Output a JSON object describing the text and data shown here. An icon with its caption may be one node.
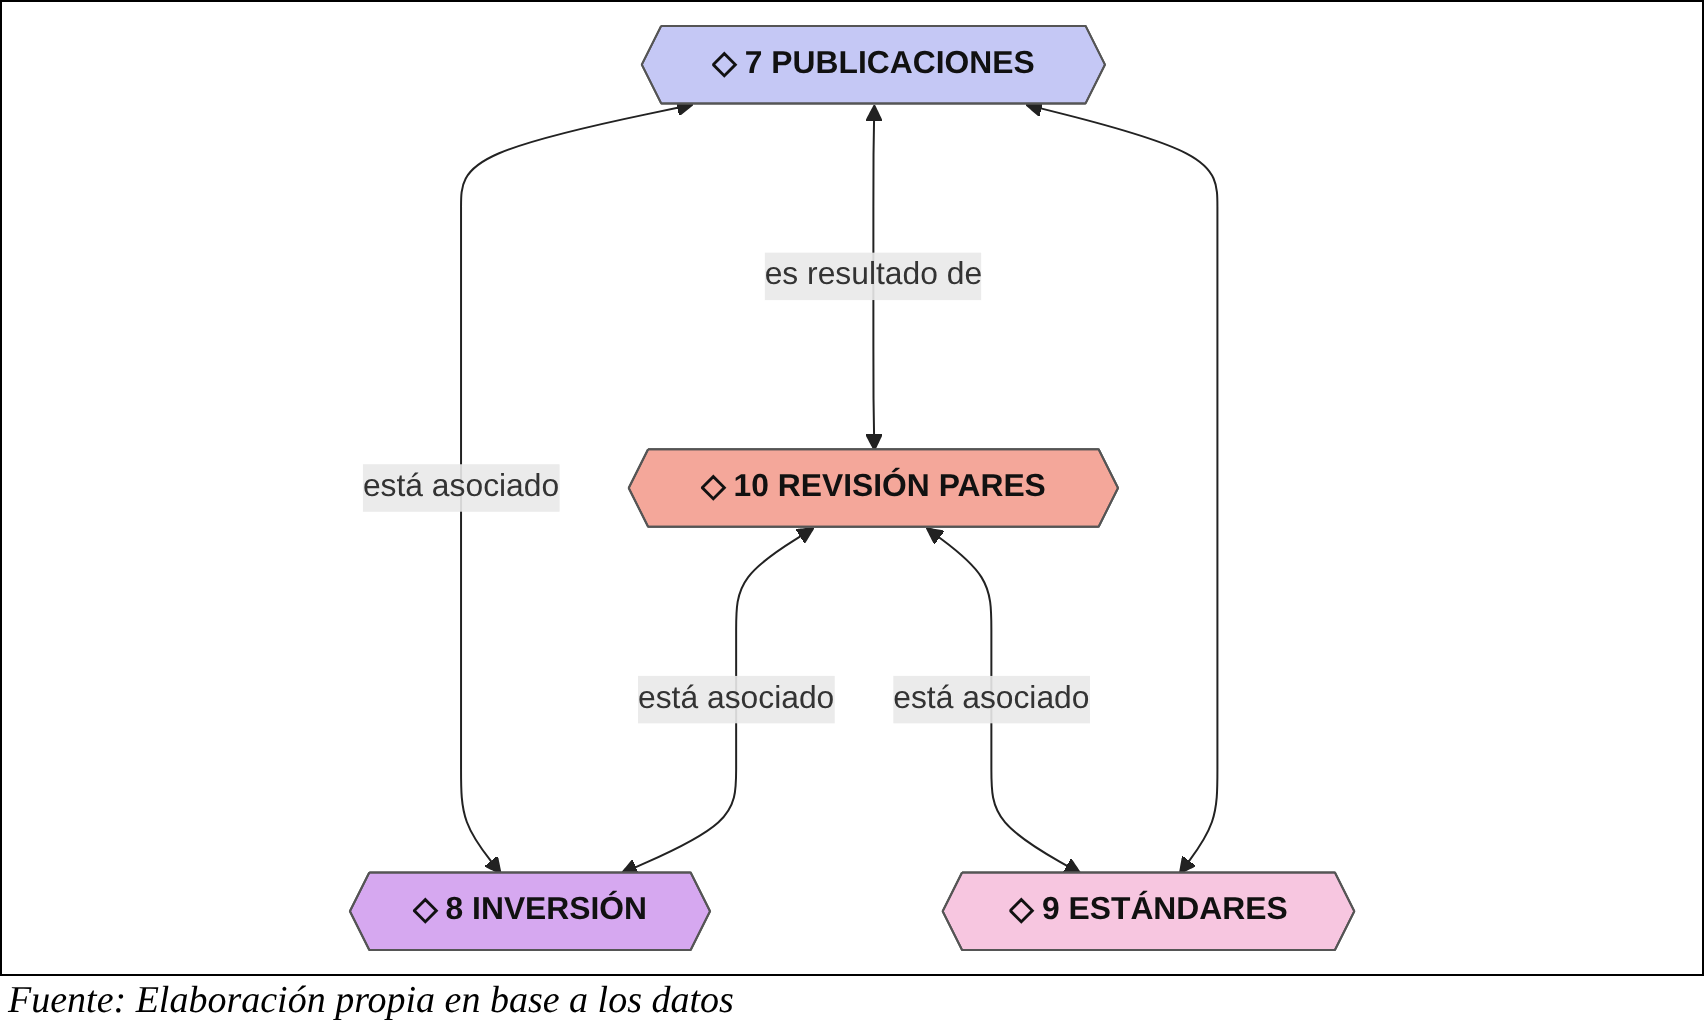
{
  "diagram": {
    "caption": "Fuente: Elaboración propia en base a los datos",
    "nodes": [
      {
        "text": [
          "◇ 7 PUBLICACIONES"
        ]
      },
      {
        "text": [
          "◇ 10 REVISIÓN PARES"
        ]
      },
      {
        "text": [
          "◇ 8 INVERSIÓN"
        ]
      },
      {
        "text": [
          "◇ 9 ESTÁNDARES"
        ]
      }
    ],
    "edges": [
      {
        "from": 0,
        "to": 1,
        "arrow": "both",
        "label": "es resultado de"
      },
      {
        "from": 0,
        "to": 2,
        "arrow": "both",
        "label": "está asociado"
      },
      {
        "from": 1,
        "to": 2,
        "arrow": "both",
        "label": "está asociado"
      },
      {
        "from": 1,
        "to": 3,
        "arrow": "both",
        "label": "está asociado"
      },
      {
        "from": 0,
        "to": 3,
        "arrow": "both"
      }
    ]
  }
}
